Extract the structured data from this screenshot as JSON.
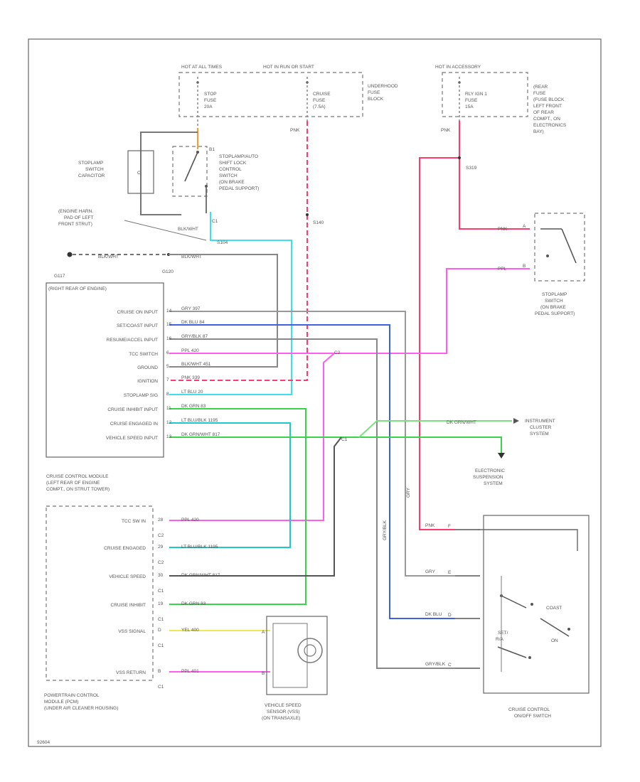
{
  "colors": {
    "pink": "#ff3b6b",
    "cyan": "#3ee0f0",
    "magenta": "#ff5cf0",
    "blue": "#3f62e0",
    "green": "#3ad44a",
    "green_light": "#7be07e",
    "gray": "#888888",
    "dark": "#555555",
    "yellow": "#eaea56",
    "orange": "#f0a040",
    "teal": "#20c8c8"
  },
  "fuses": {
    "stop": {
      "hot": "HOT AT ALL TIMES",
      "l1": "STOP",
      "l2": "FUSE",
      "l3": "20A"
    },
    "cruise": {
      "hot": "HOT IN RUN OR START",
      "l1": "CRUISE",
      "l2": "FUSE",
      "l3": "(7.5A)"
    },
    "underhood": {
      "l1": "UNDERHOOD",
      "l2": "FUSE",
      "l3": "BLOCK"
    },
    "rly": {
      "hot": "HOT IN ACCESSORY",
      "l1": "RLY IGN 1",
      "l2": "FUSE",
      "l3": "15A"
    },
    "rear_block": {
      "l1": "(REAR",
      "l2": "FUSE",
      "l3": "(FUSE BLOCK",
      "l4": "LEFT FRONT",
      "l5": "OF REAR",
      "l6": "COMPT., ON",
      "l7": "ELECTRONICS",
      "l8": "BAY)"
    }
  },
  "capacitor": {
    "l1": "STOPLAMP",
    "l2": "SWITCH",
    "l3": "CAPACITOR"
  },
  "tcc_switch": {
    "pin": "B1",
    "l1": "STOPLAMP/AUTO",
    "l2": "SHIFT LOCK",
    "l3": "CONTROL",
    "l4": "SWITCH",
    "l5": "(ON BRAKE",
    "l6": "PEDAL SUPPORT)",
    "conn": "C1"
  },
  "ground": {
    "l1": "(ENGINE HARN.",
    "l2": "PAD OF LEFT",
    "l3": "FRONT STRUT)",
    "wire": "BLK/WHT",
    "splice": "G120",
    "id": "G117"
  },
  "splices": {
    "s1": "S104",
    "s2": "S140",
    "s3": "S319"
  },
  "wire_tags": {
    "pnk_a": "PNK",
    "pnk_b": "PNK",
    "pnk_c": "PNK",
    "ppl": "PPL",
    "lt_blu": "LT BLU",
    "blk_wht": "BLK/WHT"
  },
  "stoplamp_sw": {
    "l1": "STOPLAMP",
    "l2": "SWITCH",
    "l3": "(ON BRAKE",
    "l4": "PEDAL SUPPORT)",
    "pin_a": "A",
    "pin_b": "B"
  },
  "module": {
    "header": "(RIGHT REAR OF ENGINE)",
    "inputs": [
      "CRUISE ON INPUT",
      "SET/COAST INPUT",
      "RESUME/ACCEL INPUT",
      "TCC SWITCH",
      "GROUND",
      "IGNITION",
      "STOPLAMP SIG",
      "CRUISE INHIBIT INPUT",
      "CRUISE ENGAGED IN",
      "VEHICLE SPEED INPUT"
    ],
    "pins": [
      "14",
      "15",
      "16",
      "6",
      "5",
      "7",
      "8",
      "11",
      "12",
      "13"
    ],
    "wires": [
      "GRY  397",
      "DK BLU  84",
      "GRY/BLK  87",
      "PPL  420",
      "BLK/WHT  451",
      "PNK  339",
      "LT BLU  20",
      "DK GRN  83",
      "LT BLU/BLK  1195",
      "DK GRN/WHT  817"
    ],
    "l1": "CRUISE CONTROL MODULE",
    "l2": "(LEFT REAR OF ENGINE",
    "l3": "COMPT., ON STRUT TOWER)"
  },
  "instrument": {
    "l1": "INSTRUMENT",
    "l2": "CLUSTER",
    "l3": "SYSTEM",
    "wire": "DK GRN/WHT"
  },
  "suspension": {
    "l1": "ELECTRONIC",
    "l2": "SUSPENSION",
    "l3": "SYSTEM"
  },
  "s_labels": {
    "a": "C2",
    "b": "C1"
  },
  "vertical_tags": {
    "gry": "GRY",
    "gryblk": "GRY/BLK"
  },
  "pcm": {
    "items": [
      "TCC SW IN",
      "CRUISE ENGAGED",
      "VEHICLE SPEED",
      "CRUISE INHIBIT",
      "VSS SIGNAL",
      "VSS RETURN"
    ],
    "pins": [
      "28",
      "29",
      "30",
      "19",
      "D",
      "B"
    ],
    "wires": [
      "PPL  420",
      "LT BLU/BLK  1195",
      "DK GRN/WHT  817",
      "DK GRN  83",
      "YEL  400",
      "PPL  401"
    ],
    "conns": [
      "C2",
      "C2",
      "C1",
      "C1",
      "C1",
      "C1"
    ],
    "l1": "POWERTRAIN CONTROL",
    "l2": "MODULE (PCM)",
    "l3": "(UNDER AIR CLEANER HOUSING)"
  },
  "vss": {
    "l1": "VEHICLE SPEED",
    "l2": "SENSOR (VSS)",
    "l3": "(ON TRANSAXLE)",
    "pin_a": "A",
    "pin_b": "B"
  },
  "multi_sw": {
    "wires": [
      "PNK",
      "GRY",
      "DK BLU",
      "GRY/BLK"
    ],
    "pins": [
      "F",
      "E",
      "D",
      "C"
    ],
    "set": "SET/",
    "coast": "COAST",
    "rst": "R/A",
    "on": "ON",
    "l1": "CRUISE CONTROL",
    "l2": "ON/OFF SWITCH"
  },
  "footer": "92604"
}
